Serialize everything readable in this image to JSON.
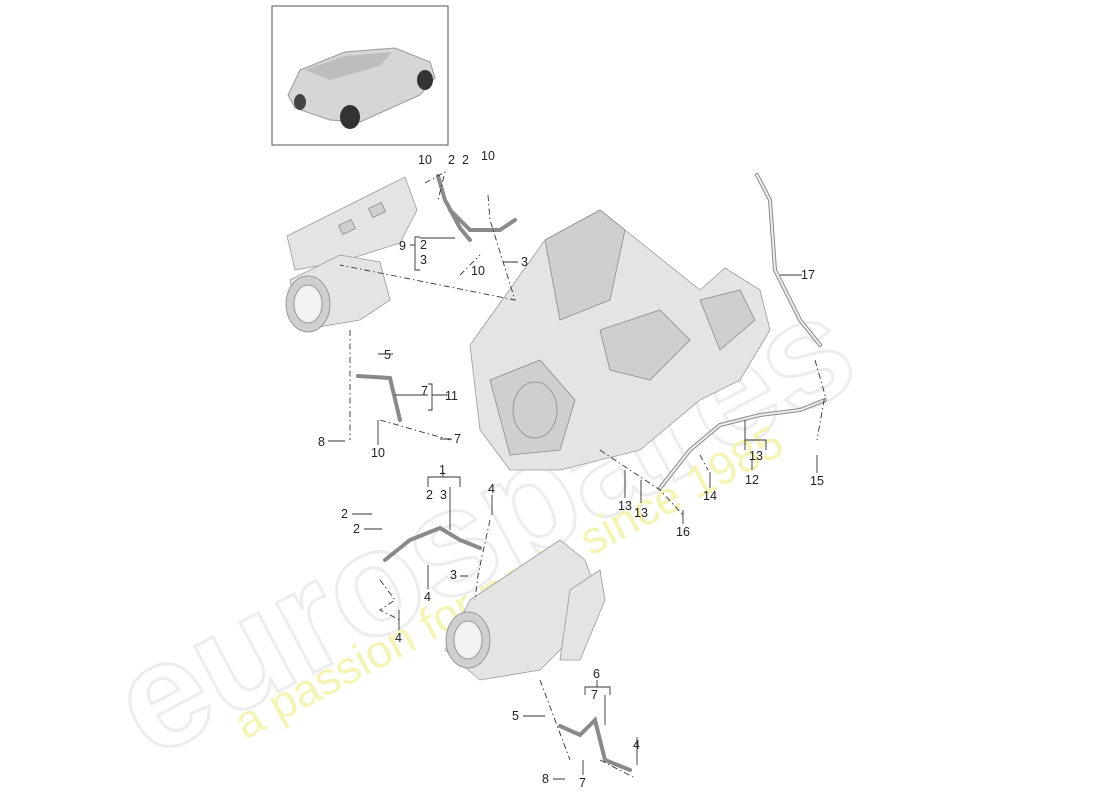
{
  "watermark": {
    "brand": "eurospares",
    "tagline": "a passion for parts since 1985",
    "tagline_color": "#f2f2a8"
  },
  "thumbnail": {
    "subject": "vehicle-overview"
  },
  "callouts": [
    "10",
    "2",
    "2",
    "10",
    "9",
    "2",
    "3",
    "10",
    "3",
    "5",
    "7",
    "11",
    "8",
    "10",
    "7",
    "17",
    "13",
    "12",
    "14",
    "15",
    "13",
    "13",
    "16",
    "1",
    "2",
    "3",
    "4",
    "2",
    "2",
    "4",
    "3",
    "4",
    "6",
    "7",
    "5",
    "4",
    "8",
    "7"
  ]
}
